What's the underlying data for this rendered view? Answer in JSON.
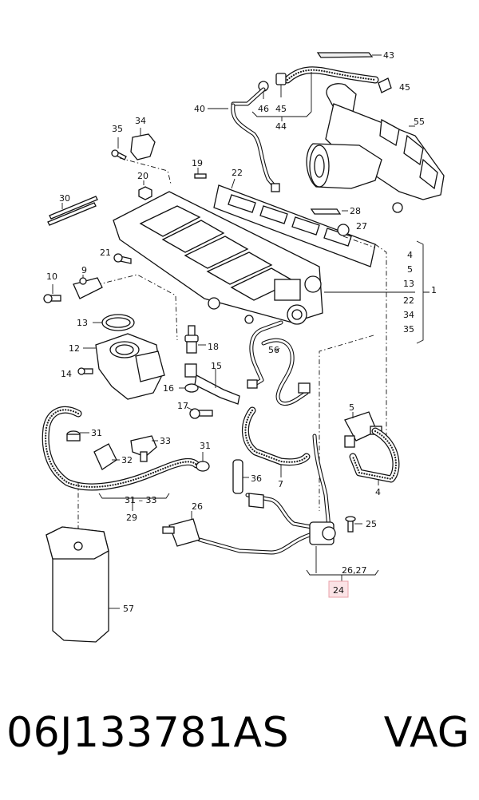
{
  "labels": {
    "l43": "43",
    "l45a": "45",
    "l46": "46",
    "l45b": "45",
    "l44": "44",
    "l40": "40",
    "l55": "55",
    "l35": "35",
    "l34": "34",
    "l19": "19",
    "l20": "20",
    "l22": "22",
    "l28": "28",
    "l27": "27",
    "l30": "30",
    "l21": "21",
    "l9": "9",
    "l10": "10",
    "l1": "1",
    "l4": "4",
    "l5": "5",
    "l13r": "13",
    "l22r": "22",
    "l34r": "34",
    "l35r": "35",
    "l13": "13",
    "l12": "12",
    "l18": "18",
    "l14": "14",
    "l56": "56",
    "l15": "15",
    "l16": "16",
    "l17": "17",
    "l5b": "5",
    "l31a": "31",
    "l33": "33",
    "l32": "32",
    "l31b": "31",
    "l36": "36",
    "l7": "7",
    "l4b": "4",
    "l31_33": "31 – 33",
    "l29": "29",
    "l26": "26",
    "l25": "25",
    "l26_27": "26,27",
    "l24": "24",
    "l57": "57"
  },
  "highlight": {
    "color": "#e8a0a8",
    "fill": "#fbe3e6"
  },
  "footer": {
    "part_number": "06J133781AS",
    "brand": "VAG"
  }
}
